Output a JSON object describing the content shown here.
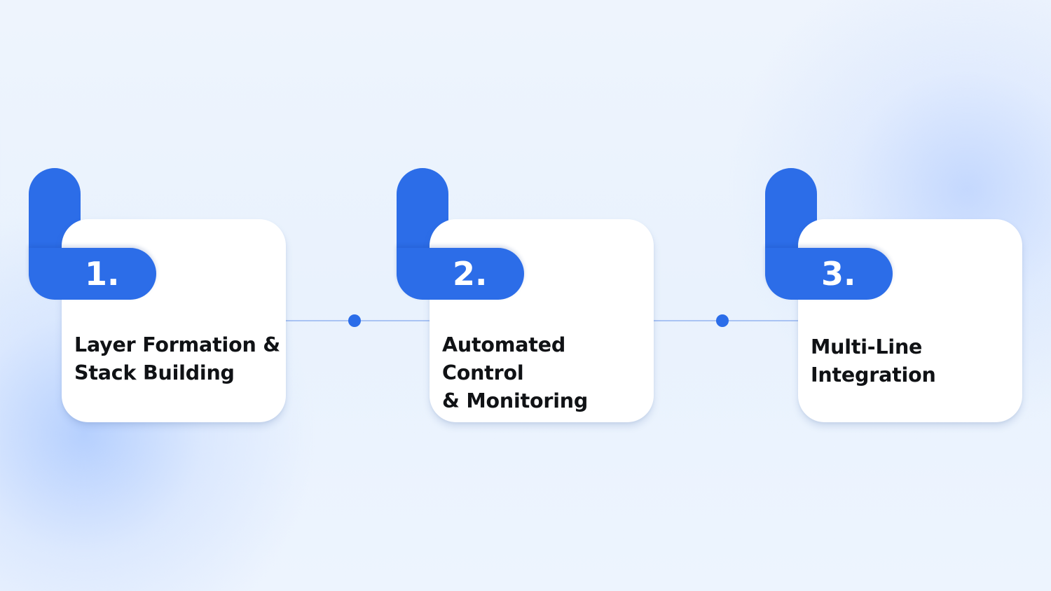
{
  "steps": [
    {
      "number": "1.",
      "title_line1": "Layer Formation &",
      "title_line2": "Stack Building"
    },
    {
      "number": "2.",
      "title_line1": "Automated Control",
      "title_line2": "& Monitoring"
    },
    {
      "number": "3.",
      "title_line1": "Multi-Line",
      "title_line2": "Integration"
    }
  ],
  "colors": {
    "accent": "#2c6de8",
    "connector_line": "#a9c3f3",
    "card": "#ffffff",
    "text": "#101215"
  }
}
